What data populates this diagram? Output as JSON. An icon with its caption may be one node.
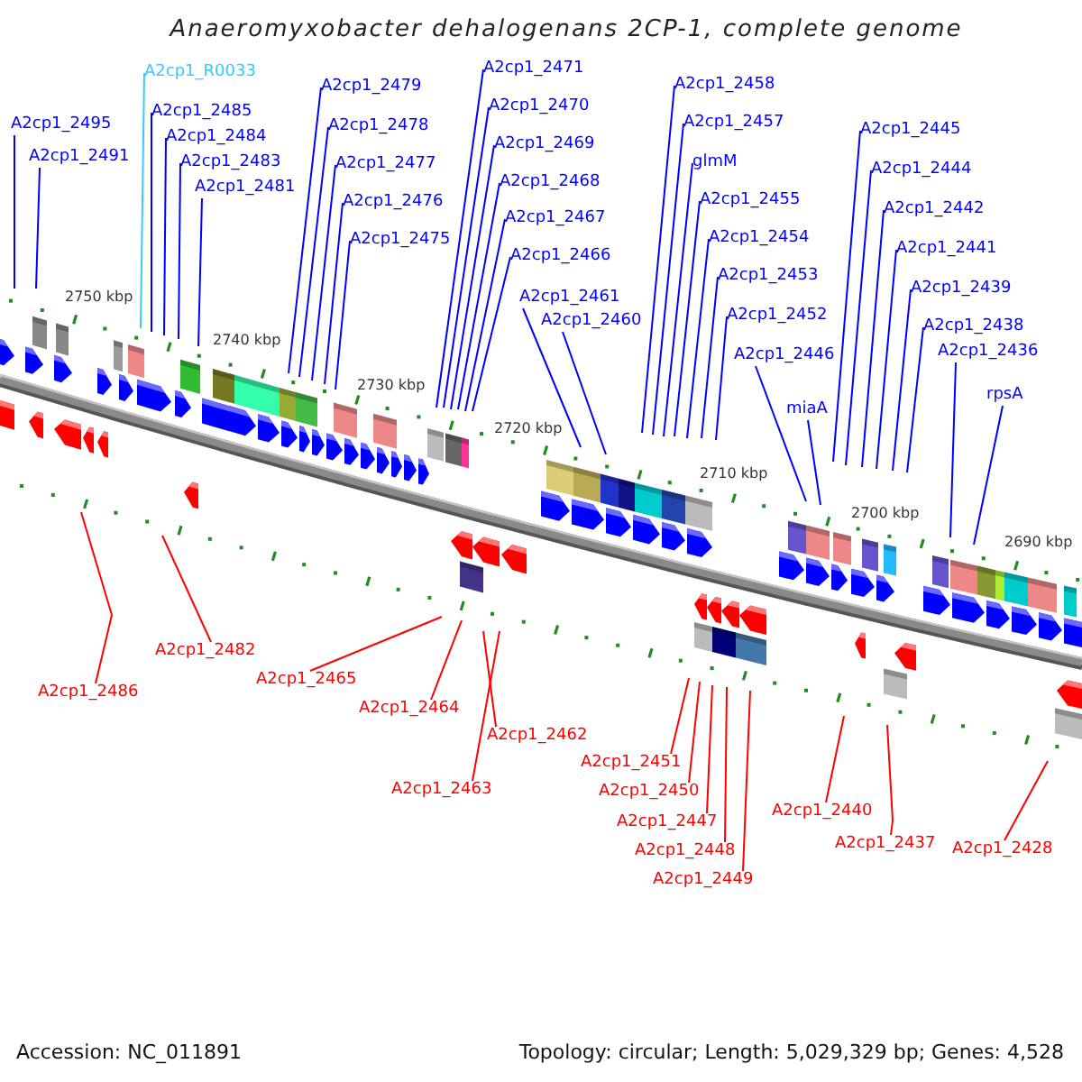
{
  "diagram": {
    "title": "Anaeromyxobacter dehalogenans 2CP-1, complete genome",
    "nodes": [
      {
        "text": [
          "A2cp1_R0033"
        ]
      },
      {
        "text": [
          "A2cp1_2495"
        ]
      },
      {
        "text": [
          "A2cp1_2485"
        ]
      },
      {
        "text": [
          "A2cp1_2491"
        ]
      },
      {
        "text": [
          "A2cp1_2484"
        ]
      },
      {
        "text": [
          "A2cp1_2483"
        ]
      },
      {
        "text": [
          "A2cp1_2481"
        ]
      },
      {
        "text": [
          "A2cp1_2479"
        ]
      },
      {
        "text": [
          "A2cp1_2478"
        ]
      },
      {
        "text": [
          "A2cp1_2477"
        ]
      },
      {
        "text": [
          "A2cp1_2476"
        ]
      },
      {
        "text": [
          "A2cp1_2475"
        ]
      },
      {
        "text": [
          "A2cp1_2471"
        ]
      },
      {
        "text": [
          "A2cp1_2470"
        ]
      },
      {
        "text": [
          "A2cp1_2469"
        ]
      },
      {
        "text": [
          "A2cp1_2468"
        ]
      },
      {
        "text": [
          "A2cp1_2467"
        ]
      },
      {
        "text": [
          "A2cp1_2466"
        ]
      },
      {
        "text": [
          "A2cp1_2461"
        ]
      },
      {
        "text": [
          "A2cp1_2460"
        ]
      },
      {
        "text": [
          "A2cp1_2458"
        ]
      },
      {
        "text": [
          "A2cp1_2457"
        ]
      },
      {
        "text": [
          "glmM"
        ]
      },
      {
        "text": [
          "A2cp1_2455"
        ]
      },
      {
        "text": [
          "A2cp1_2454"
        ]
      },
      {
        "text": [
          "A2cp1_2453"
        ]
      },
      {
        "text": [
          "A2cp1_2452"
        ]
      },
      {
        "text": [
          "A2cp1_2445"
        ]
      },
      {
        "text": [
          "A2cp1_2444"
        ]
      },
      {
        "text": [
          "A2cp1_2442"
        ]
      },
      {
        "text": [
          "A2cp1_2441"
        ]
      },
      {
        "text": [
          "A2cp1_2439"
        ]
      },
      {
        "text": [
          "A2cp1_2438"
        ]
      },
      {
        "text": [
          "A2cp1_2446"
        ]
      },
      {
        "text": [
          "miaA"
        ]
      },
      {
        "text": [
          "A2cp1_2436"
        ]
      },
      {
        "text": [
          "rpsA"
        ]
      },
      {
        "text": [
          "A2cp1_2486"
        ]
      },
      {
        "text": [
          "A2cp1_2482"
        ]
      },
      {
        "text": [
          "A2cp1_2465"
        ]
      },
      {
        "text": [
          "A2cp1_2464"
        ]
      },
      {
        "text": [
          "A2cp1_2462"
        ]
      },
      {
        "text": [
          "A2cp1_2463"
        ]
      },
      {
        "text": [
          "A2cp1_2451"
        ]
      },
      {
        "text": [
          "A2cp1_2450"
        ]
      },
      {
        "text": [
          "A2cp1_2447"
        ]
      },
      {
        "text": [
          "A2cp1_2448"
        ]
      },
      {
        "text": [
          "A2cp1_2449"
        ]
      },
      {
        "text": [
          "A2cp1_2440"
        ]
      },
      {
        "text": [
          "A2cp1_2437"
        ]
      },
      {
        "text": [
          "A2cp1_2428"
        ]
      }
    ],
    "edges": [
      {
        "from": 0,
        "to": null,
        "arrow": "none",
        "color": "#33ccff"
      },
      {
        "from": 1,
        "to": null,
        "arrow": "none"
      },
      {
        "from": 2,
        "to": null,
        "arrow": "none"
      },
      {
        "from": 3,
        "to": null,
        "arrow": "none"
      },
      {
        "from": 4,
        "to": null,
        "arrow": "none"
      },
      {
        "from": 5,
        "to": null,
        "arrow": "none"
      },
      {
        "from": 6,
        "to": null,
        "arrow": "none"
      },
      {
        "from": 7,
        "to": null,
        "arrow": "none"
      },
      {
        "from": 8,
        "to": null,
        "arrow": "none"
      },
      {
        "from": 9,
        "to": null,
        "arrow": "none"
      },
      {
        "from": 10,
        "to": null,
        "arrow": "none"
      },
      {
        "from": 11,
        "to": null,
        "arrow": "none"
      },
      {
        "from": 12,
        "to": null,
        "arrow": "none"
      },
      {
        "from": 13,
        "to": null,
        "arrow": "none"
      },
      {
        "from": 14,
        "to": null,
        "arrow": "none"
      },
      {
        "from": 15,
        "to": null,
        "arrow": "none"
      },
      {
        "from": 16,
        "to": null,
        "arrow": "none"
      },
      {
        "from": 17,
        "to": null,
        "arrow": "none"
      },
      {
        "from": 18,
        "to": null,
        "arrow": "none"
      },
      {
        "from": 19,
        "to": null,
        "arrow": "none"
      },
      {
        "from": 20,
        "to": null,
        "arrow": "none"
      },
      {
        "from": 21,
        "to": null,
        "arrow": "none"
      },
      {
        "from": 22,
        "to": null,
        "arrow": "none"
      },
      {
        "from": 23,
        "to": null,
        "arrow": "none"
      },
      {
        "from": 24,
        "to": null,
        "arrow": "none"
      },
      {
        "from": 25,
        "to": null,
        "arrow": "none"
      },
      {
        "from": 26,
        "to": null,
        "arrow": "none"
      },
      {
        "from": 27,
        "to": null,
        "arrow": "none"
      },
      {
        "from": 28,
        "to": null,
        "arrow": "none"
      },
      {
        "from": 29,
        "to": null,
        "arrow": "none"
      },
      {
        "from": 30,
        "to": null,
        "arrow": "none"
      },
      {
        "from": 31,
        "to": null,
        "arrow": "none"
      },
      {
        "from": 32,
        "to": null,
        "arrow": "none"
      },
      {
        "from": 33,
        "to": null,
        "arrow": "none"
      },
      {
        "from": 34,
        "to": null,
        "arrow": "none"
      },
      {
        "from": 35,
        "to": null,
        "arrow": "none"
      },
      {
        "from": 36,
        "to": null,
        "arrow": "none"
      },
      {
        "from": 37,
        "to": null,
        "arrow": "none",
        "color": "#ff0000"
      },
      {
        "from": 38,
        "to": null,
        "arrow": "none",
        "color": "#ff0000"
      },
      {
        "from": 39,
        "to": null,
        "arrow": "none",
        "color": "#ff0000"
      },
      {
        "from": 40,
        "to": null,
        "arrow": "none",
        "color": "#ff0000"
      },
      {
        "from": 41,
        "to": null,
        "arrow": "none",
        "color": "#ff0000"
      },
      {
        "from": 42,
        "to": null,
        "arrow": "none",
        "color": "#ff0000"
      },
      {
        "from": 43,
        "to": null,
        "arrow": "none",
        "color": "#ff0000"
      },
      {
        "from": 44,
        "to": null,
        "arrow": "none",
        "color": "#ff0000"
      },
      {
        "from": 45,
        "to": null,
        "arrow": "none",
        "color": "#ff0000"
      },
      {
        "from": 46,
        "to": null,
        "arrow": "none",
        "color": "#ff0000"
      },
      {
        "from": 47,
        "to": null,
        "arrow": "none",
        "color": "#ff0000"
      },
      {
        "from": 48,
        "to": null,
        "arrow": "none",
        "color": "#ff0000"
      },
      {
        "from": 49,
        "to": null,
        "arrow": "none",
        "color": "#ff0000"
      },
      {
        "from": 50,
        "to": null,
        "arrow": "none",
        "color": "#ff0000"
      }
    ],
    "labels": [
      "2750 kbp",
      "2740 kbp",
      "2730 kbp",
      "2720 kbp",
      "2710 kbp",
      "2700 kbp",
      "2690 kbp",
      "Accession: NC_011891",
      "Topology: circular; Length: 5,029,329 bp; Genes: 4,528"
    ]
  }
}
